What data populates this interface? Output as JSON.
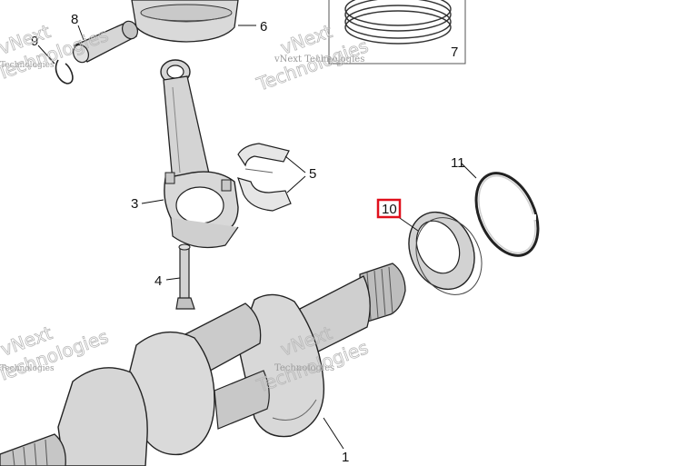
{
  "callouts": [
    {
      "id": "1",
      "label": "1"
    },
    {
      "id": "3",
      "label": "3"
    },
    {
      "id": "4",
      "label": "4"
    },
    {
      "id": "5",
      "label": "5"
    },
    {
      "id": "6",
      "label": "6"
    },
    {
      "id": "7",
      "label": "7"
    },
    {
      "id": "8",
      "label": "8"
    },
    {
      "id": "9",
      "label": "9"
    },
    {
      "id": "10",
      "label": "10",
      "highlighted": true
    },
    {
      "id": "11",
      "label": "11"
    }
  ],
  "watermark": {
    "line1": "vNext",
    "line2": "Technologies",
    "full": "vNext Technologies"
  },
  "colors": {
    "part_fill": "#dcdcdc",
    "part_stroke": "#222222",
    "highlight": "#e0101c"
  }
}
